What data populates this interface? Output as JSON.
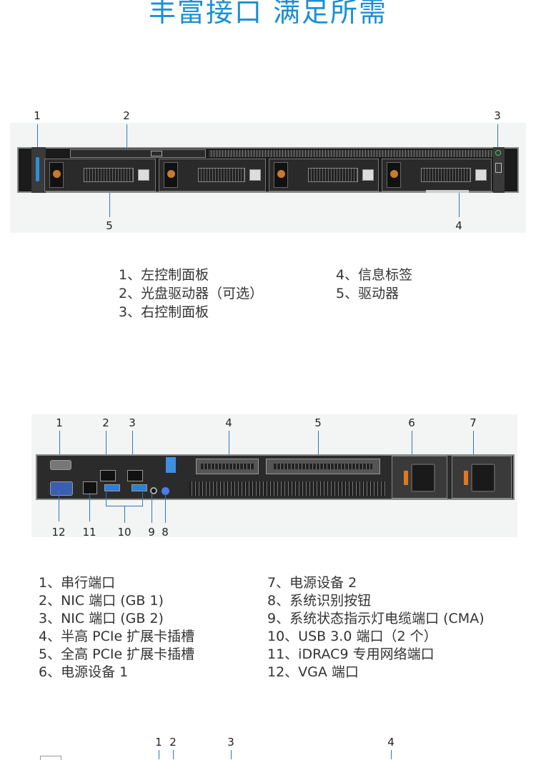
{
  "title": "丰富接口 满足所需",
  "front": {
    "callouts": [
      "1",
      "2",
      "3",
      "4",
      "5"
    ],
    "left_list": [
      "1、左控制面板",
      "2、光盘驱动器（可选）",
      "3、右控制面板"
    ],
    "right_list": [
      "4、信息标签",
      "5、驱动器"
    ]
  },
  "rear": {
    "top_callouts": [
      "1",
      "2",
      "3",
      "4",
      "5",
      "6",
      "7"
    ],
    "bottom_callouts": [
      "12",
      "11",
      "10",
      "9",
      "8"
    ],
    "left_list": [
      "1、串行端口",
      "2、NIC 端口 (GB 1)",
      "3、NIC 端口 (GB 2)",
      "4、半高 PCIe 扩展卡插槽",
      "5、全高 PCIe 扩展卡插槽",
      "6、电源设备 1"
    ],
    "right_list": [
      "7、电源设备 2",
      "8、系统识别按钮",
      "9、系统状态指示灯电缆端口 (CMA)",
      "10、USB 3.0 端口（2 个）",
      "11、iDRAC9 专用网络端口",
      "12、VGA 端口"
    ]
  },
  "bottom_callouts": [
    "1",
    "2",
    "3",
    "4"
  ],
  "colors": {
    "accent": "#1a8fd6",
    "callout_line": "#2f79b8"
  }
}
